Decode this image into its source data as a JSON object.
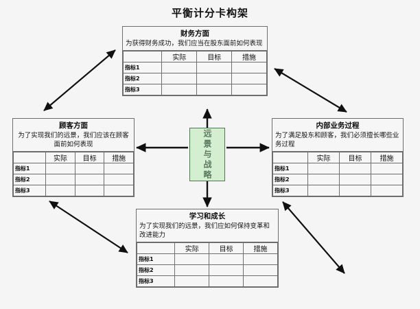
{
  "diagram": {
    "title": "平衡计分卡构架",
    "center": {
      "label": "远景与战略",
      "fill_color": "#d4efd0",
      "border_color": "#4b7a4b",
      "text_color": "#5a7a60"
    },
    "table_columns": [
      "",
      "实际",
      "目标",
      "措施"
    ],
    "table_rows": [
      "指标1",
      "指标2",
      "指标3"
    ],
    "perspectives": [
      {
        "id": "financial",
        "title": "财务方面",
        "description": "为获得财务成功，我们应当在股东面前如何表现",
        "position": "top"
      },
      {
        "id": "customer",
        "title": "顾客方面",
        "description": "为了实现我们的远景，我们应该在顾客面前如何表现",
        "position": "left"
      },
      {
        "id": "internal-process",
        "title": "内部业务过程",
        "description": "为了满足股东和顾客，我们必须擅长哪些业务过程",
        "position": "right"
      },
      {
        "id": "learning-growth",
        "title": "学习和成长",
        "description": "为了实现我们的远景，我们应如何保持变革和改进能力",
        "position": "bottom"
      }
    ],
    "connectors": [
      {
        "id": "center-to-financial",
        "kind": "single",
        "from": "center",
        "to": "financial"
      },
      {
        "id": "center-to-customer",
        "kind": "single",
        "from": "center",
        "to": "customer"
      },
      {
        "id": "center-to-internal-process",
        "kind": "single",
        "from": "center",
        "to": "internal-process"
      },
      {
        "id": "center-to-learning-growth",
        "kind": "single",
        "from": "center",
        "to": "learning-growth"
      },
      {
        "id": "financial-customer-diagonal",
        "kind": "double",
        "from": "financial",
        "to": "customer"
      },
      {
        "id": "financial-internal-diagonal",
        "kind": "double",
        "from": "financial",
        "to": "internal-process"
      },
      {
        "id": "customer-learning-diagonal",
        "kind": "double",
        "from": "customer",
        "to": "learning-growth"
      },
      {
        "id": "internal-learning-diagonal",
        "kind": "double",
        "from": "internal-process",
        "to": "learning-growth"
      }
    ],
    "colors": {
      "background": "#f5f5f5",
      "box_fill": "#f6f6f6",
      "box_border": "#6d6d6d",
      "arrow": "#101010",
      "title_text": "#101010"
    }
  }
}
